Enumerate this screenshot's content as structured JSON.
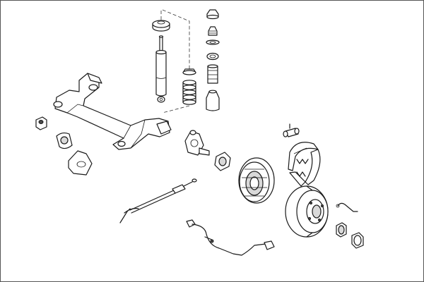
{
  "diagram": {
    "type": "exploded-parts-view",
    "background": "#ffffff",
    "line_color": "#1a1a1a",
    "parts": [
      {
        "name": "rear-axle-beam"
      },
      {
        "name": "shock-absorber"
      },
      {
        "name": "top-mount"
      },
      {
        "name": "coil-spring"
      },
      {
        "name": "bump-stop-kit"
      },
      {
        "name": "axle-bushings"
      },
      {
        "name": "stub-axle"
      },
      {
        "name": "wheel-bearing"
      },
      {
        "name": "brake-backing-plate"
      },
      {
        "name": "brake-shoes"
      },
      {
        "name": "wheel-cylinder"
      },
      {
        "name": "brake-drum"
      },
      {
        "name": "handbrake-cable"
      },
      {
        "name": "abs-sensor-cable"
      },
      {
        "name": "hub-nut-and-cap"
      }
    ]
  }
}
